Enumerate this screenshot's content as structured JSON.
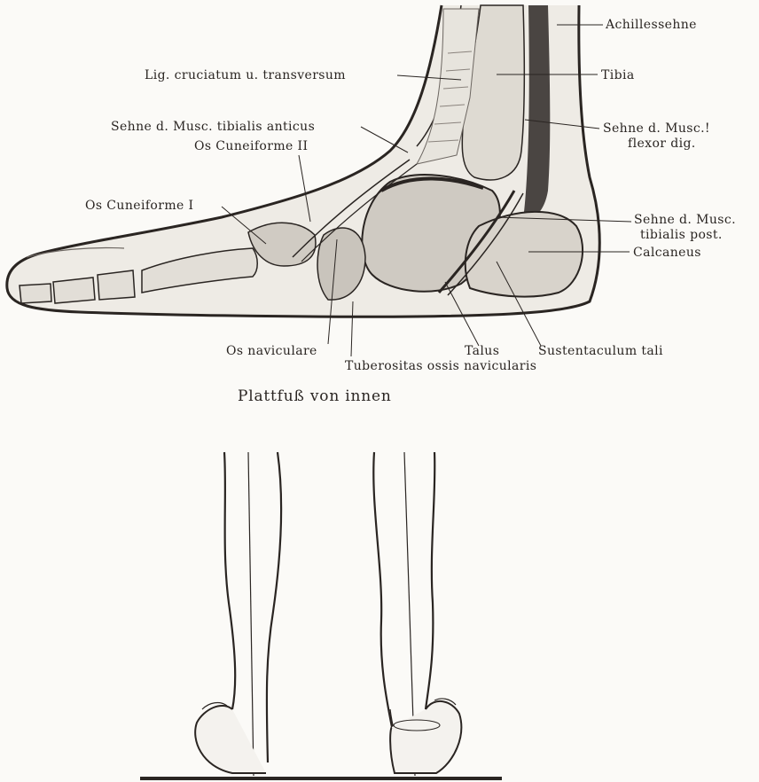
{
  "foot_figure": {
    "labels": {
      "achillessehne": "Achillessehne",
      "lig_cruciatum": "Lig. cruciatum u. transversum",
      "tibia": "Tibia",
      "sehne_tibialis_anticus": "Sehne d. Musc. tibialis anticus",
      "os_cuneiforme_2": "Os Cuneiforme II",
      "sehne_flexor_1": "Sehne d. Musc.!",
      "sehne_flexor_2": "flexor dig.",
      "os_cuneiforme_1": "Os Cuneiforme I",
      "sehne_tibialis_post_1": "Sehne d. Musc.",
      "sehne_tibialis_post_2": "tibialis post.",
      "calcaneus": "Calcaneus",
      "os_naviculare": "Os naviculare",
      "talus": "Talus",
      "sustentaculum": "Sustentaculum tali",
      "tuberositas": "Tuberositas ossis navicularis"
    },
    "caption": "Plattfuß von innen"
  },
  "colors": {
    "ink": "#2a2522",
    "bone": "#e4e1da",
    "bone_shade": "#a9a39b",
    "dark_tissue": "#4a4542",
    "paper": "#fbfaf7"
  }
}
